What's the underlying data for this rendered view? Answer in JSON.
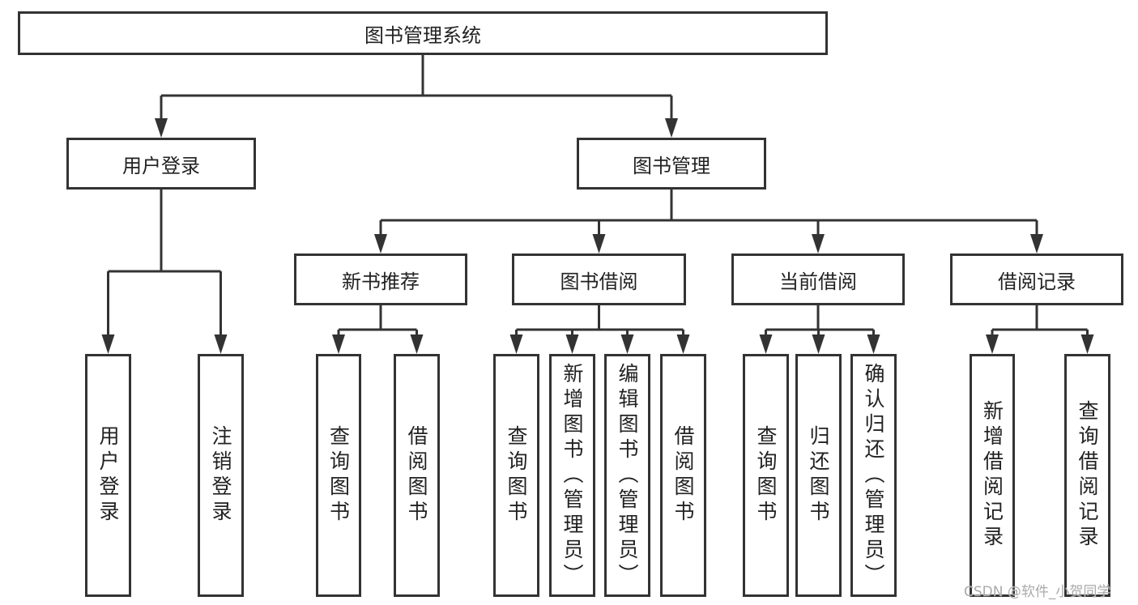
{
  "root": {
    "label": "图书管理系统",
    "children": [
      {
        "label": "用户登录",
        "children": [
          {
            "label": "用户登录"
          },
          {
            "label": "注销登录"
          }
        ]
      },
      {
        "label": "图书管理",
        "children": [
          {
            "label": "新书推荐",
            "children": [
              {
                "label": "查询图书"
              },
              {
                "label": "借阅图书"
              }
            ]
          },
          {
            "label": "图书借阅",
            "children": [
              {
                "label": "查询图书"
              },
              {
                "label": "新增图书（管理员）"
              },
              {
                "label": "编辑图书（管理员）"
              },
              {
                "label": "借阅图书"
              }
            ]
          },
          {
            "label": "当前借阅",
            "children": [
              {
                "label": "查询图书"
              },
              {
                "label": "归还图书"
              },
              {
                "label": "确认归还（管理员）"
              }
            ]
          },
          {
            "label": "借阅记录",
            "children": [
              {
                "label": "新增借阅记录"
              },
              {
                "label": "查询借阅记录"
              }
            ]
          }
        ]
      }
    ]
  },
  "watermark": "CSDN @软件_小贺同学",
  "colors": {
    "stroke": "#333333",
    "background": "#ffffff"
  }
}
